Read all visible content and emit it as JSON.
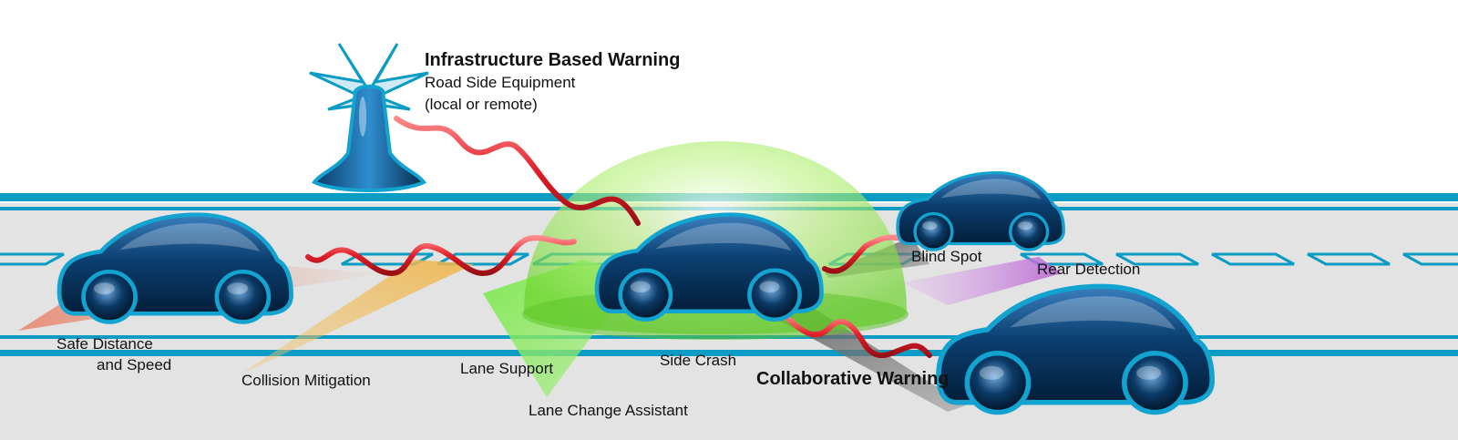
{
  "labels": {
    "infrastructure_title": "Infrastructure Based Warning",
    "infrastructure_line1": "Road Side Equipment",
    "infrastructure_line2": "(local or remote)",
    "safe_distance_line1": "Safe Distance",
    "safe_distance_line2": "and Speed",
    "collision_mitigation": "Collision Mitigation",
    "lane_support": "Lane Support",
    "lane_change_assistant": "Lane Change Assistant",
    "side_crash": "Side Crash",
    "collaborative_warning": "Collaborative Warning",
    "blind_spot": "Blind Spot",
    "rear_detection": "Rear Detection"
  },
  "colors": {
    "road": "#e3e3e3",
    "lane_lines": "#0a9cc4",
    "car_body": "#083a66",
    "car_outline": "#12a3d0",
    "signal": "#e0202a",
    "dome": "#7be53a",
    "safe_distance_zone": "#e8836a",
    "collision_zone": "#f0b54a",
    "lane_change_zone": "#6fe04a",
    "blind_spot_zone": "#8a8a8a",
    "rear_detection_zone": "#c678d6",
    "collaborative_zone": "#6a6a6a"
  },
  "icons": [
    "roadside-beacon-icon",
    "car-icon",
    "signal-wave-icon"
  ]
}
